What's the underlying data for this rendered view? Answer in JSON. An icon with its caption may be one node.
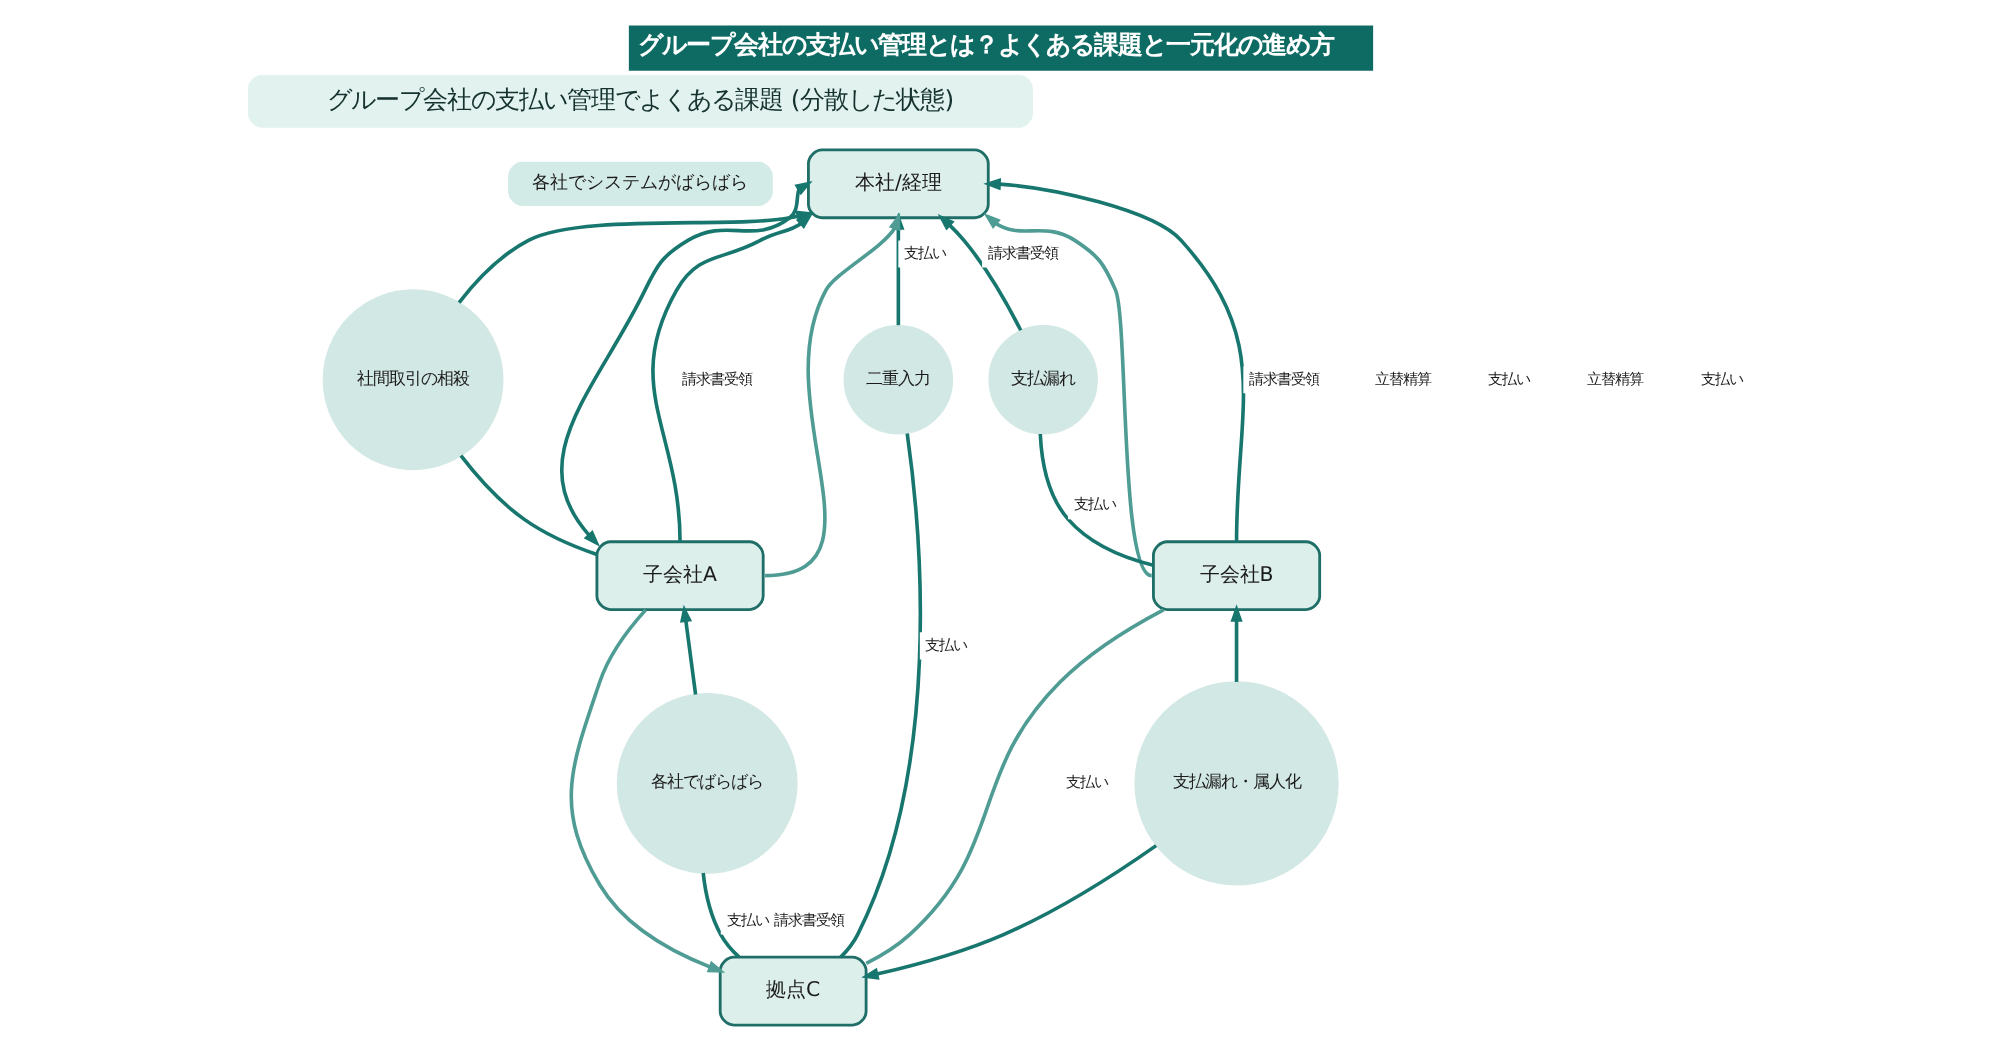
{
  "diagram": {
    "title": "グループ会社の支払い管理とは？よくある課題と一元化の進め方",
    "nodes": [
      {
        "text": [
          "グループ会社の支払い管理でよくある課題 (分散した状態)"
        ]
      },
      {
        "text": [
          "本社/経理"
        ]
      },
      {
        "text": [
          "各社でシステムがばらばら"
        ]
      },
      {
        "text": [
          "社間取引の相殺"
        ]
      },
      {
        "text": [
          "二重入力"
        ]
      },
      {
        "text": [
          "支払漏れ"
        ]
      },
      {
        "text": [
          "子会社A"
        ]
      },
      {
        "text": [
          "子会社B"
        ]
      },
      {
        "text": [
          "各社でばらばら"
        ]
      },
      {
        "text": [
          "支払漏れ・属人化"
        ]
      },
      {
        "text": [
          "拠点C"
        ]
      }
    ],
    "edges": [
      {
        "from": 6,
        "to": 1,
        "arrow": "to",
        "label": "請求書受領"
      },
      {
        "from": 1,
        "to": 6,
        "arrow": "both"
      },
      {
        "from": 6,
        "to": 1,
        "arrow": "to",
        "color": "#4f9c95"
      },
      {
        "from": 6,
        "to": 3,
        "arrow": "none"
      },
      {
        "from": 3,
        "to": 1,
        "arrow": "to"
      },
      {
        "from": 10,
        "to": 4,
        "arrow": "none",
        "label": "支払い"
      },
      {
        "from": 4,
        "to": 1,
        "arrow": "to",
        "label": "支払い"
      },
      {
        "from": 7,
        "to": 1,
        "arrow": "to",
        "label": "請求書受領"
      },
      {
        "from": 7,
        "to": 5,
        "arrow": "none",
        "label": "支払い"
      },
      {
        "from": 5,
        "to": 1,
        "arrow": "to",
        "label": "請求書受領"
      },
      {
        "from": 7,
        "to": 1,
        "arrow": "to",
        "color": "#4f9c95"
      },
      {
        "from": 6,
        "to": 10,
        "arrow": "to",
        "color": "#4f9c95"
      },
      {
        "from": 10,
        "to": 8,
        "arrow": "none",
        "label": "支払い 請求書受領"
      },
      {
        "from": 8,
        "to": 6,
        "arrow": "to"
      },
      {
        "from": 9,
        "to": 7,
        "arrow": "to"
      },
      {
        "from": 9,
        "to": 10,
        "arrow": "to"
      },
      {
        "from": 7,
        "to": 10,
        "arrow": "none",
        "color": "#4f9c95",
        "label": "支払い"
      }
    ],
    "labels": [
      "立替精算",
      "立替精算",
      "支払い",
      "支払い"
    ]
  }
}
